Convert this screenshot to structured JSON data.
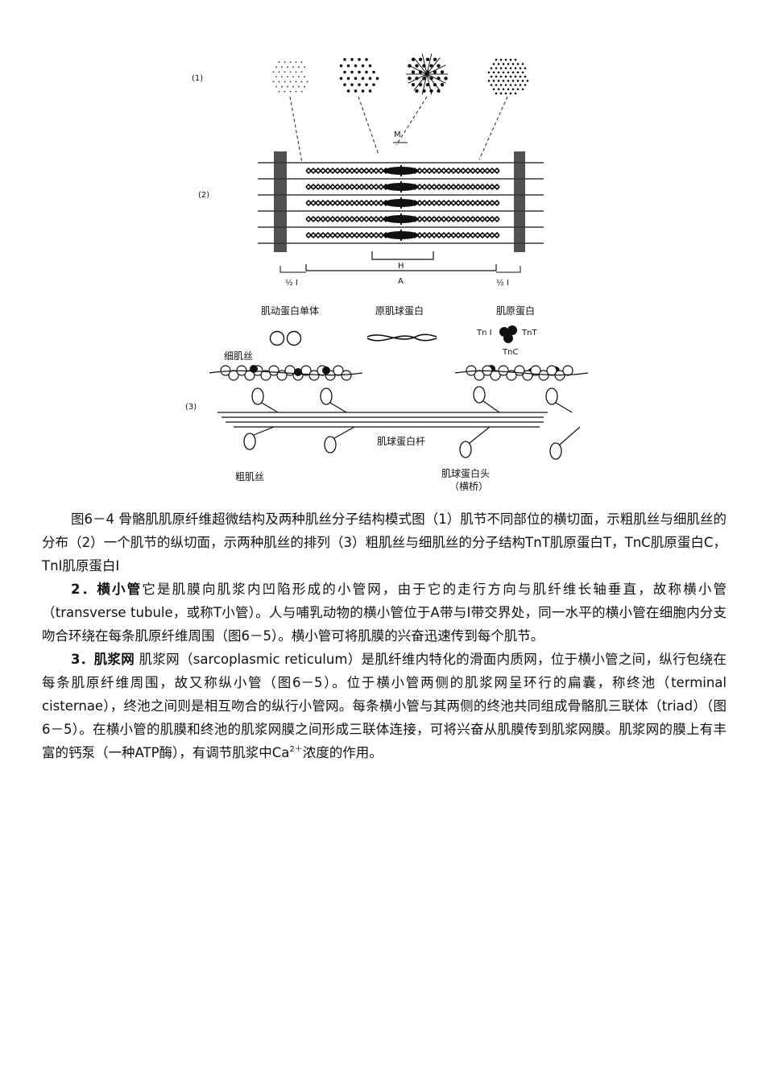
{
  "figure": {
    "part_labels": [
      "(1)",
      "(2)",
      "(3)"
    ],
    "sarcomere_labels": {
      "m": "M",
      "h": "H",
      "a": "A",
      "half_i_left": "½ I",
      "half_i_right": "½ I"
    },
    "molecule_labels": {
      "actin_monomer": "肌动蛋白单体",
      "tropomyosin": "原肌球蛋白",
      "troponin": "肌原蛋白",
      "tni": "Tn I",
      "tnt": "TnT",
      "tnc": "TnC",
      "thin_filament": "细肌丝",
      "thick_filament": "粗肌丝",
      "myosin_rod": "肌球蛋白杆",
      "myosin_head": "肌球蛋白头",
      "cross_bridge": "（横桥）"
    }
  },
  "caption": "图6－4 骨骼肌肌原纤维超微结构及两种肌丝分子结构模式图（1）肌节不同部位的横切面，示粗肌丝与细肌丝的分布（2）一个肌节的纵切面，示两种肌丝的排列（3）粗肌丝与细肌丝的分子结构TnT肌原蛋白T，TnC肌原蛋白C，TnI肌原蛋白I",
  "sections": [
    {
      "number": "2．",
      "heading": "横小管",
      "text": "它是肌膜向肌浆内凹陷形成的小管网，由于它的走行方向与肌纤维长轴垂直，故称横小管（transverse tubule，或称T小管）。人与哺乳动物的横小管位于A带与I带交界处，同一水平的横小管在细胞内分支吻合环绕在每条肌原纤维周围（图6－5）。横小管可将肌膜的兴奋迅速传到每个肌节。"
    },
    {
      "number": "3．",
      "heading": "肌浆网",
      "text": " 肌浆网（sarcoplasmic reticulum）是肌纤维内特化的滑面内质网，位于横小管之间，纵行包绕在每条肌原纤维周围，故又称纵小管（图6－5）。位于横小管两侧的肌浆网呈环行的扁囊，称终池（terminal cisternae），终池之间则是相互吻合的纵行小管网。每条横小管与其两侧的终池共同组成骨骼肌三联体（triad）（图6－5）。在横小管的肌膜和终池的肌浆网膜之间形成三联体连接，可将兴奋从肌膜传到肌浆网膜。肌浆网的膜上有丰富的钙泵（一种ATP酶），有调节肌浆中Ca",
      "superscript": "2＋",
      "tail": "浓度的作用。"
    }
  ]
}
